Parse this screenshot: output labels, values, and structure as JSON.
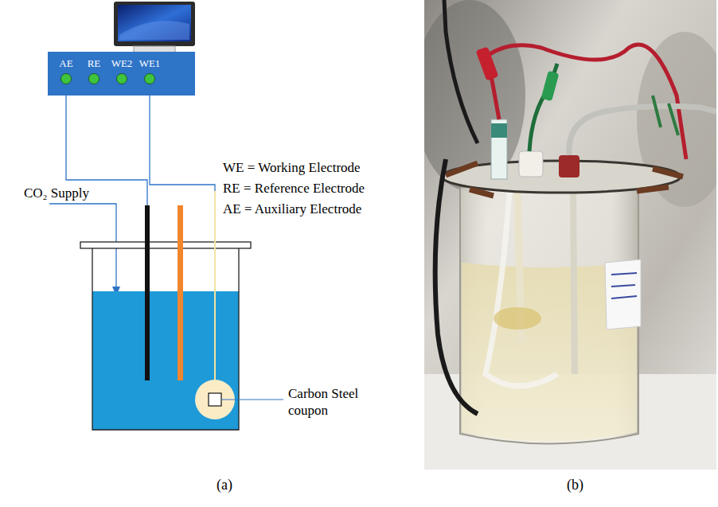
{
  "diagram": {
    "nodes": [
      {
        "text": [
          "AE",
          "RE",
          "WE2",
          "WE1"
        ]
      }
    ],
    "labels": [
      "WE = Working Electrode",
      "RE = Reference Electrode",
      "AE = Auxiliary Electrode",
      "CO₂ Supply",
      "Carbon Steel coupon",
      "(a)",
      "(b)"
    ]
  }
}
